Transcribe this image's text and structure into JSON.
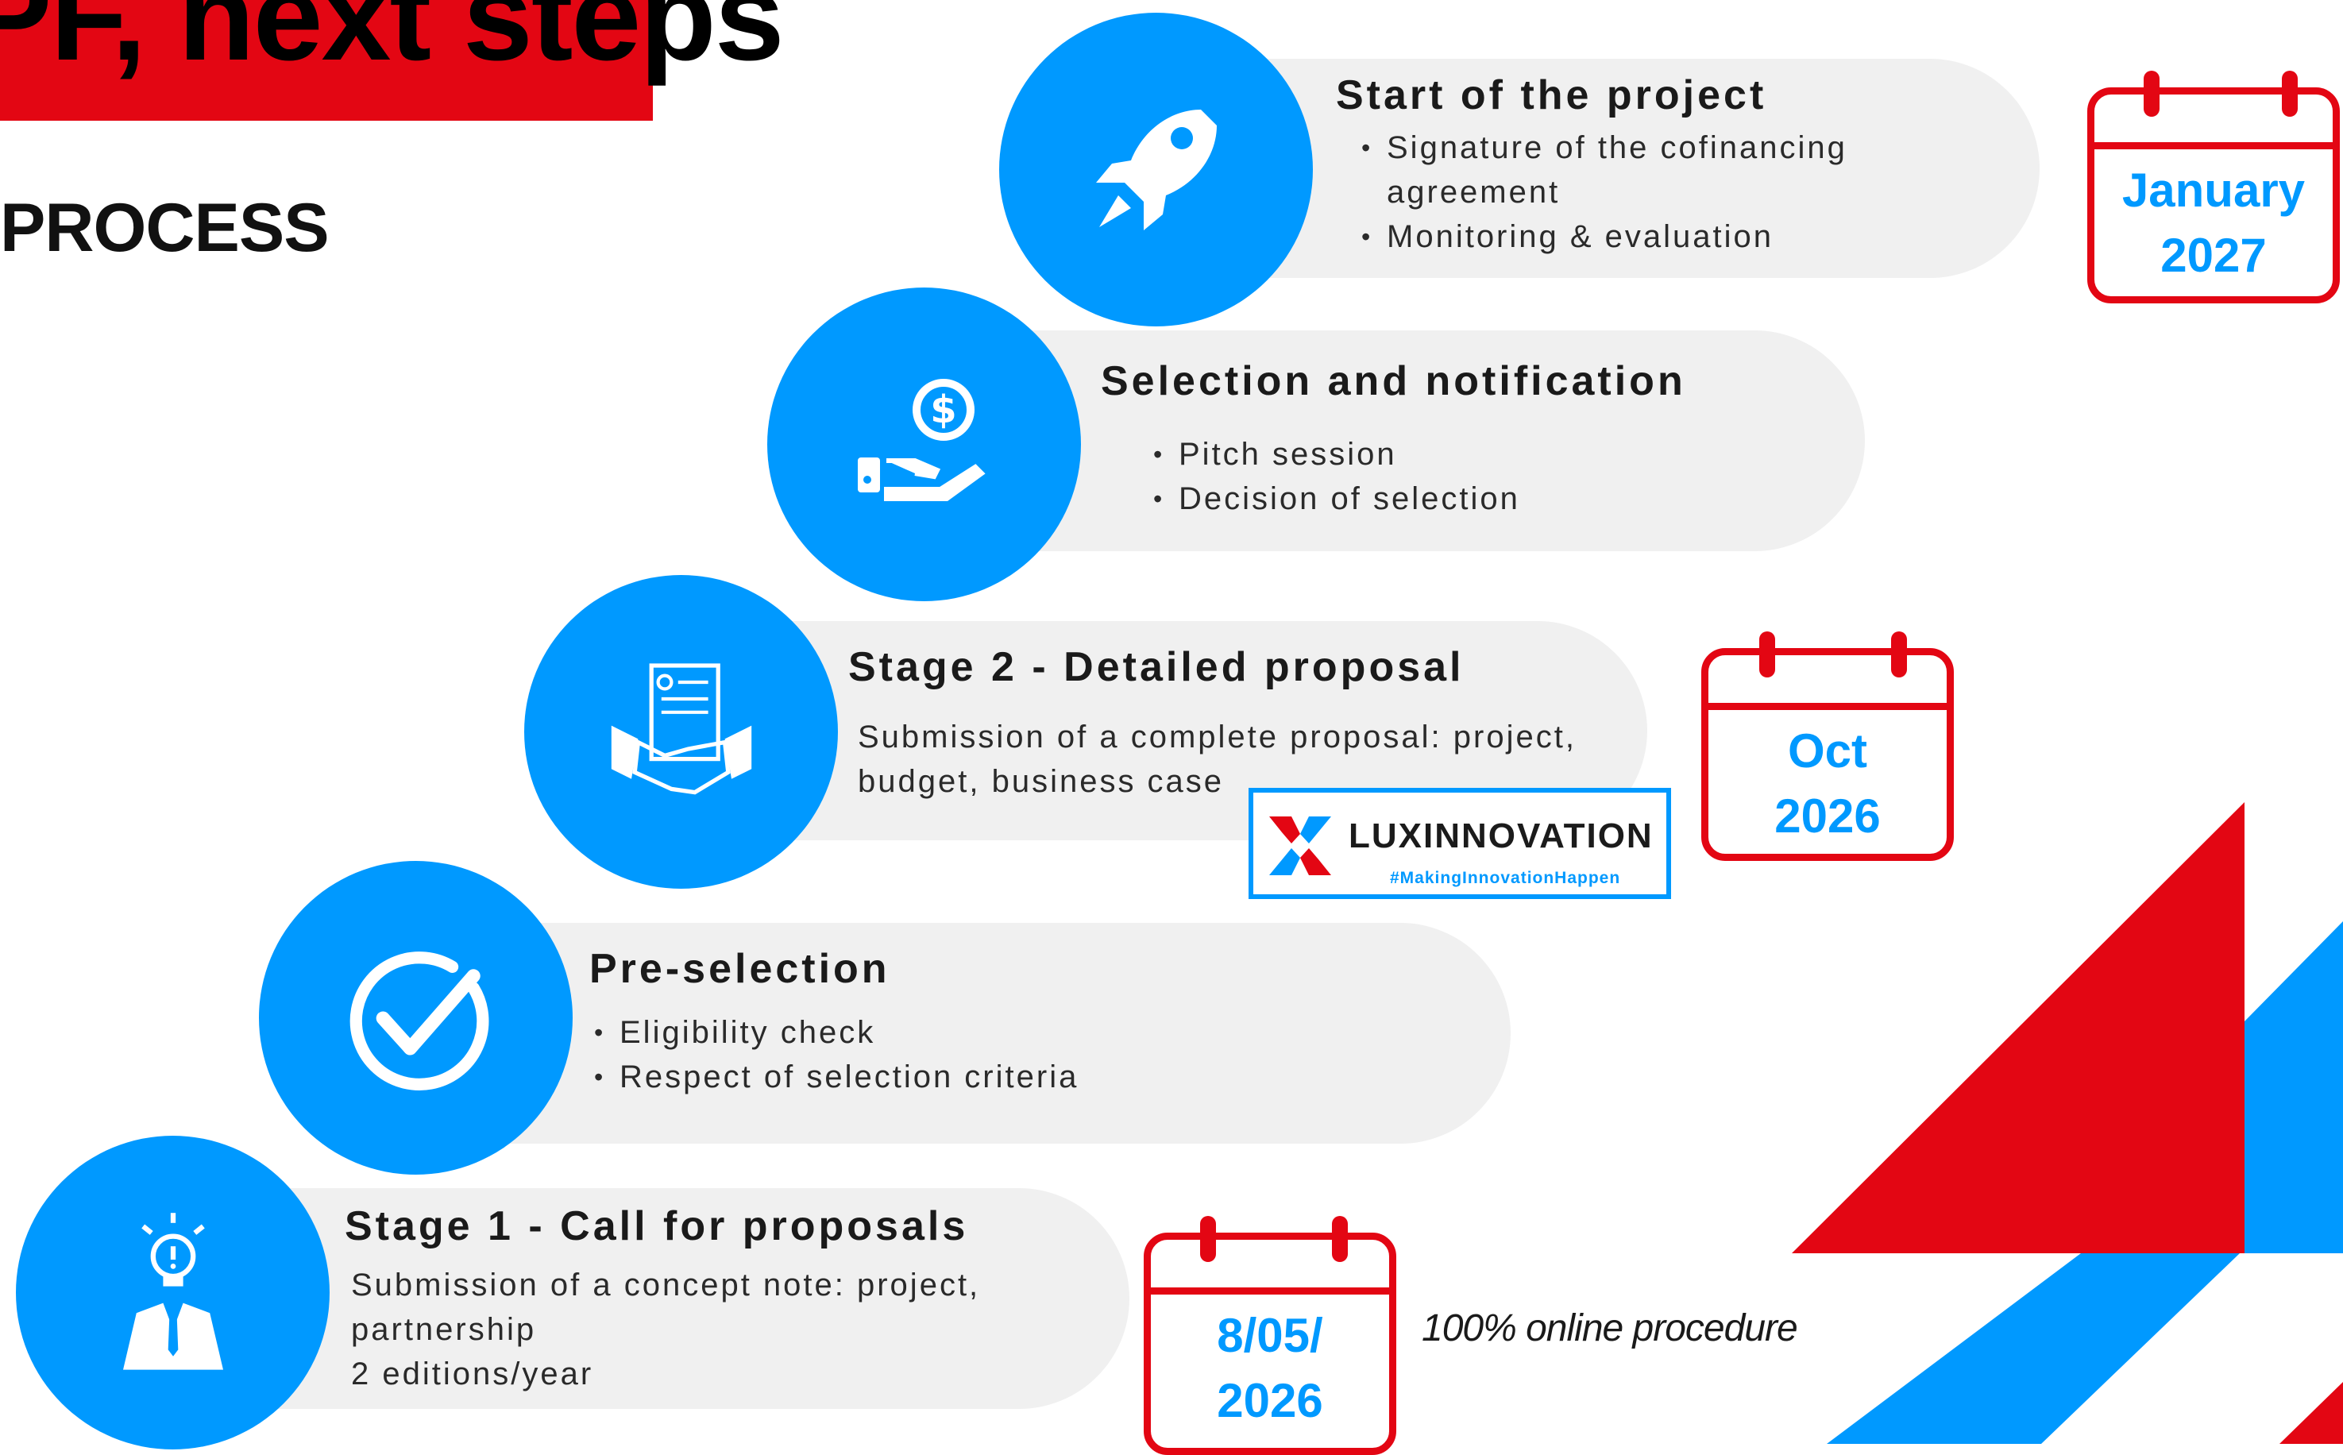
{
  "header": {
    "title": "PF, next steps",
    "subtitle": "PROCESS"
  },
  "steps": [
    {
      "title": "Start of the project",
      "bullets": [
        "Signature of the cofinancing agreement",
        "Monitoring & evaluation"
      ]
    },
    {
      "title": "Selection and notification",
      "bullets": [
        "Pitch session",
        "Decision of selection"
      ]
    },
    {
      "title": "Stage 2 - Detailed proposal",
      "text": "Submission of a complete proposal: project, budget, business case"
    },
    {
      "title": "Pre-selection",
      "bullets": [
        "Eligibility check",
        "Respect of selection criteria"
      ]
    },
    {
      "title": "Stage 1 - Call for proposals",
      "lines": [
        "Submission of a concept note: project,",
        "partnership",
        "2 editions/year"
      ]
    }
  ],
  "calendars": {
    "project_start": {
      "line1": "January",
      "line2": "2027"
    },
    "stage2": {
      "line1": "Oct",
      "line2": "2026"
    },
    "stage1": {
      "line1": "8/05/",
      "line2": "2026"
    }
  },
  "logo": {
    "name": "LUXINNOVATION",
    "tagline": "#MakingInnovationHappen"
  },
  "note": "100% online procedure",
  "icons": [
    "rocket-icon",
    "money-hand-icon",
    "contract-handshake-icon",
    "checkmark-icon",
    "idea-person-icon",
    "calendar-icon"
  ],
  "colors": {
    "accent_blue": "#0099ff",
    "accent_red": "#e30613",
    "pill_gray": "#f0f0f0"
  }
}
